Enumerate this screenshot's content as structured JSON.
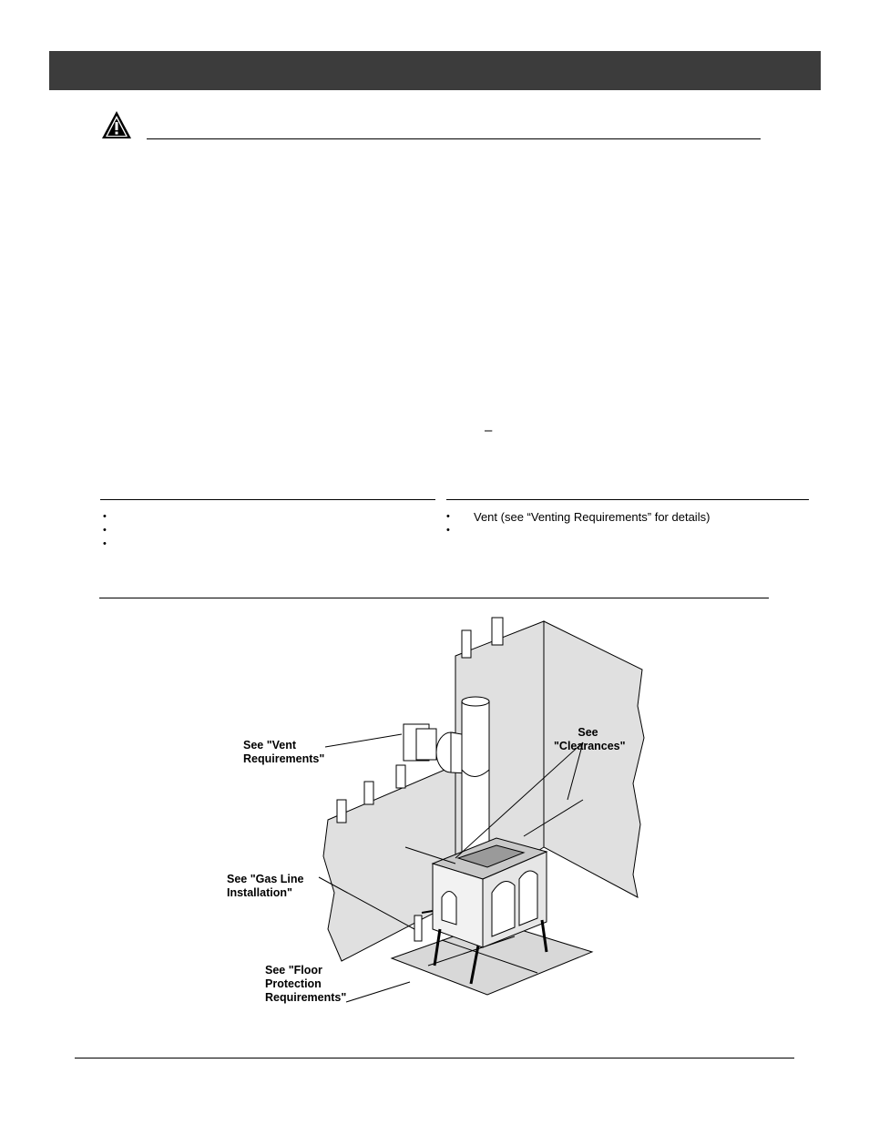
{
  "header": {
    "title": ""
  },
  "warning": {
    "icon": "warning-triangle-icon",
    "text": ""
  },
  "requirements": {
    "left_items": [
      "",
      "",
      ""
    ],
    "right_items": [
      "Vent  (see “Venting  Requirements”  for details)",
      ""
    ]
  },
  "dash_mark": "–",
  "figure": {
    "callouts": {
      "vent": [
        "See \"Vent",
        "Requirements\""
      ],
      "clearances": [
        "See",
        "\"Clearances\""
      ],
      "gas": [
        "See \"Gas Line",
        "Installation\""
      ],
      "floor": [
        "See \"Floor",
        "Protection",
        "Requirements\""
      ]
    }
  },
  "colors": {
    "header_bar": "#3c3c3c",
    "rule": "#000000"
  }
}
